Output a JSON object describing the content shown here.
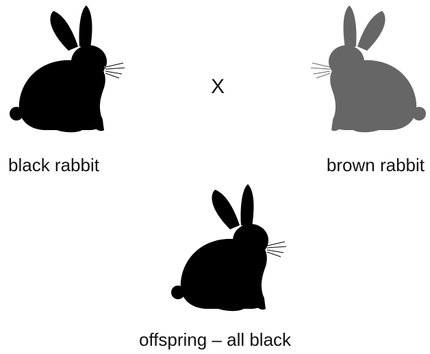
{
  "parents": {
    "left": {
      "label": "black rabbit",
      "color": "#000000",
      "icon": "rabbit-silhouette-icon"
    },
    "right": {
      "label": "brown rabbit",
      "color": "#666666",
      "icon": "rabbit-silhouette-icon"
    }
  },
  "cross_symbol": "X",
  "offspring": {
    "label": "offspring – all black",
    "color": "#000000",
    "icon": "rabbit-silhouette-icon"
  }
}
